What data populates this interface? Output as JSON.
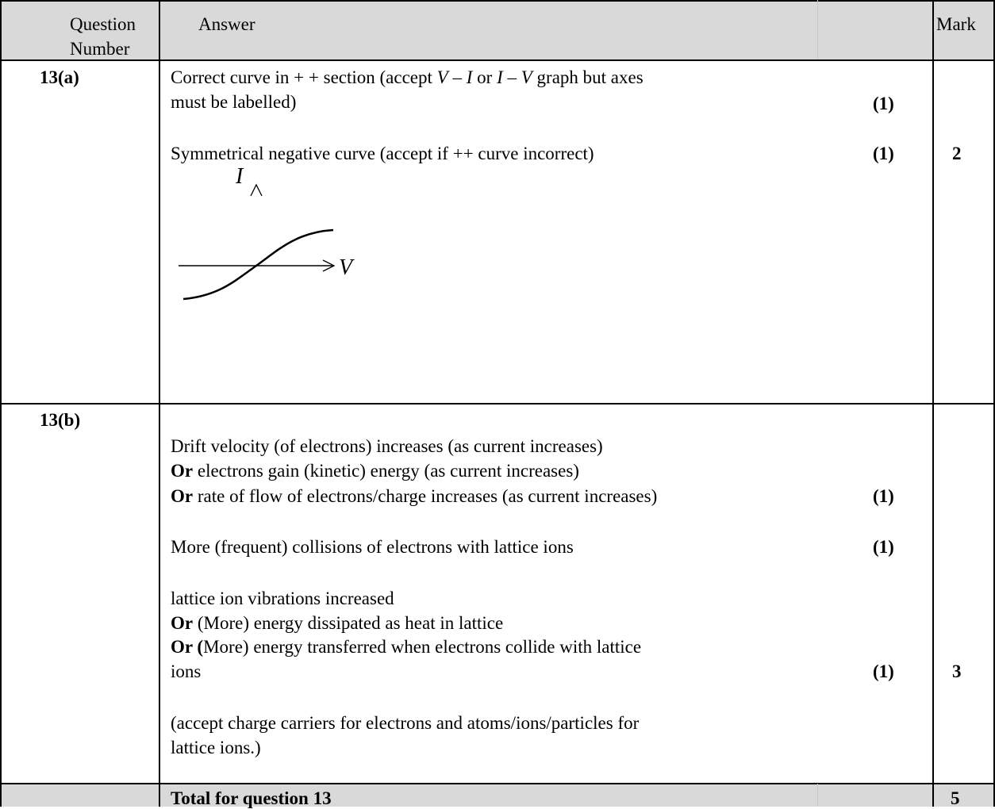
{
  "header": {
    "question_number": [
      "Question",
      "Number"
    ],
    "answer": "Answer",
    "mark": "Mark"
  },
  "q13a": {
    "number": "13(a)",
    "line1_pre": "Correct curve in + + section (accept ",
    "v1": "V",
    "dash1": " – ",
    "i1": "I",
    "or": "  or ",
    "i2": "I",
    "dash2": "  – ",
    "v2": "V",
    "line1_post": " graph but  axes",
    "line2": "must be labelled)",
    "mark1": "(1)",
    "line3": "Symmetrical negative curve (accept if ++ curve incorrect)",
    "mark2": "(1)",
    "total_mark": "2",
    "graph": {
      "y_axis_label": "I",
      "x_axis_label": "V"
    }
  },
  "q13b": {
    "number": "13(b)",
    "p1": [
      {
        "prefix": "",
        "text": "Drift velocity (of electrons) increases (as current increases)"
      },
      {
        "prefix": "Or",
        "text": " electrons gain (kinetic) energy (as current increases)"
      },
      {
        "prefix": "Or",
        "text": " rate of flow of electrons/charge increases (as current increases)"
      }
    ],
    "p1_mark": "(1)",
    "p2": "More (frequent) collisions of electrons with lattice ions",
    "p2_mark": "(1)",
    "p3": [
      {
        "prefix": "",
        "text": "lattice ion vibrations increased"
      },
      {
        "prefix": "Or",
        "text": " (More) energy dissipated as heat in lattice"
      },
      {
        "prefix": "Or (",
        "text": "More) energy transferred when electrons collide with lattice"
      },
      {
        "prefix": "",
        "text": "ions"
      }
    ],
    "p3_mark": "(1)",
    "total_mark": "3",
    "note": [
      "(accept charge carriers for electrons and atoms/ions/particles for",
      "lattice ions.)"
    ]
  },
  "total": {
    "label": "Total for question 13",
    "mark": "5"
  }
}
